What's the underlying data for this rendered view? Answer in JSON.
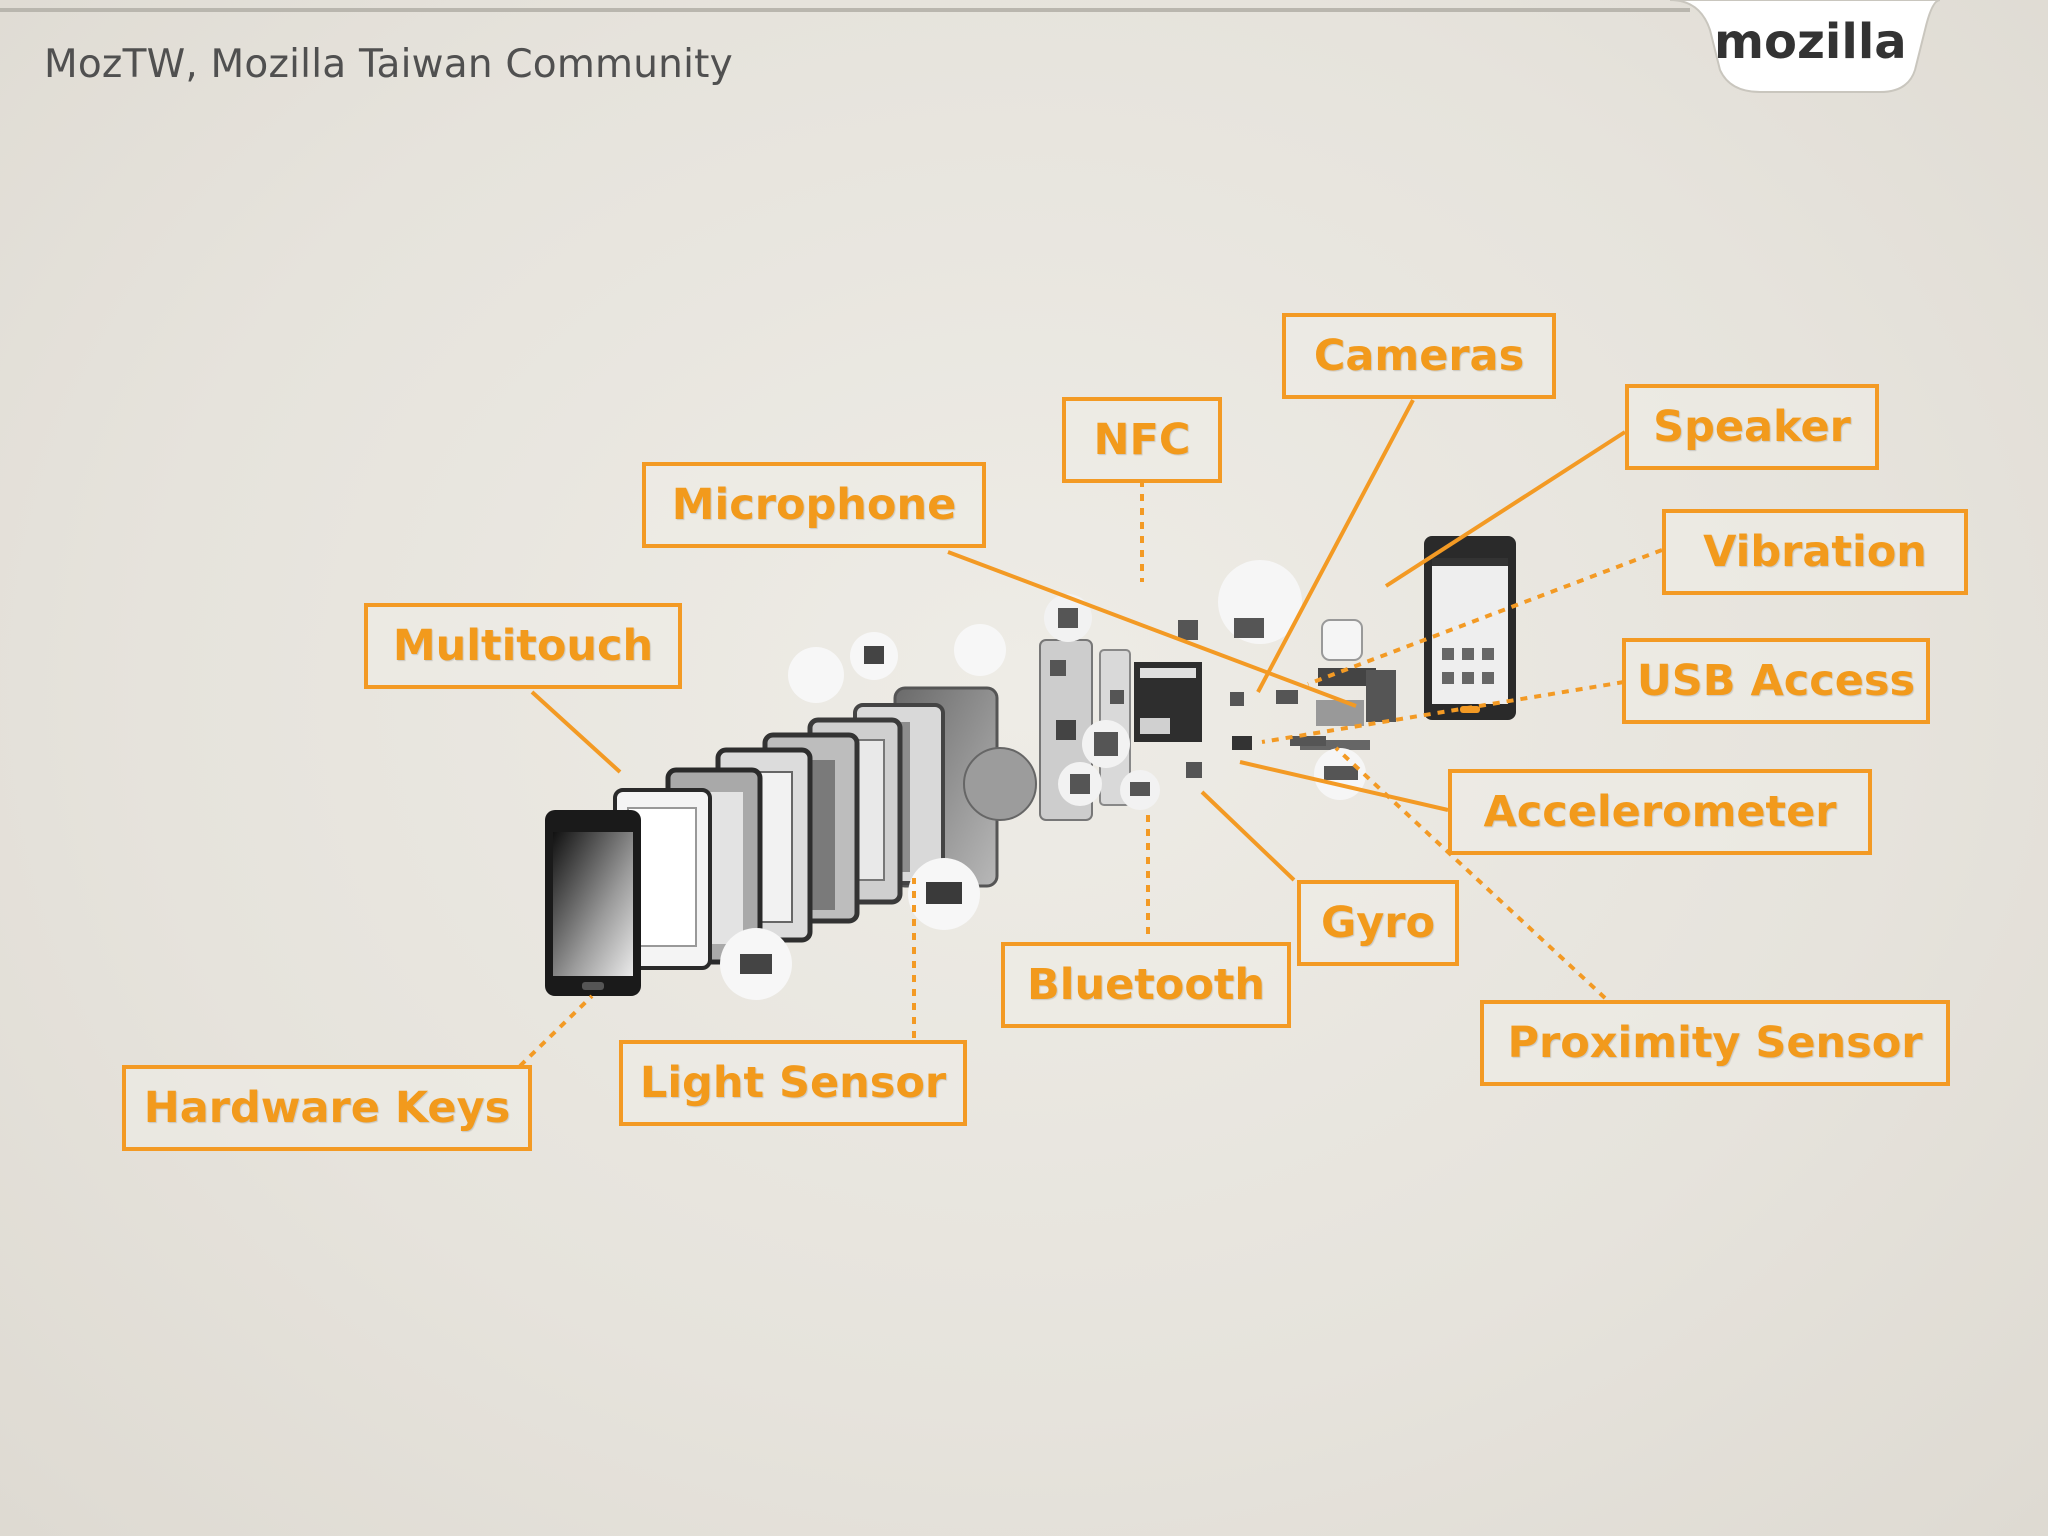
{
  "header": {
    "subtitle": "MozTW, Mozilla Taiwan Community",
    "logo_text": "mozilla"
  },
  "colors": {
    "accent": "#f39a24",
    "background": "#e8e6e0",
    "logo_tab": "#ffffff"
  },
  "labels": {
    "cameras": "Cameras",
    "nfc": "NFC",
    "speaker": "Speaker",
    "microphone": "Microphone",
    "vibration": "Vibration",
    "multitouch": "Multitouch",
    "usb_access": "USB Access",
    "accelerometer": "Accelerometer",
    "gyro": "Gyro",
    "bluetooth": "Bluetooth",
    "proximity_sensor": "Proximity Sensor",
    "light_sensor": "Light Sensor",
    "hardware_keys": "Hardware Keys"
  }
}
